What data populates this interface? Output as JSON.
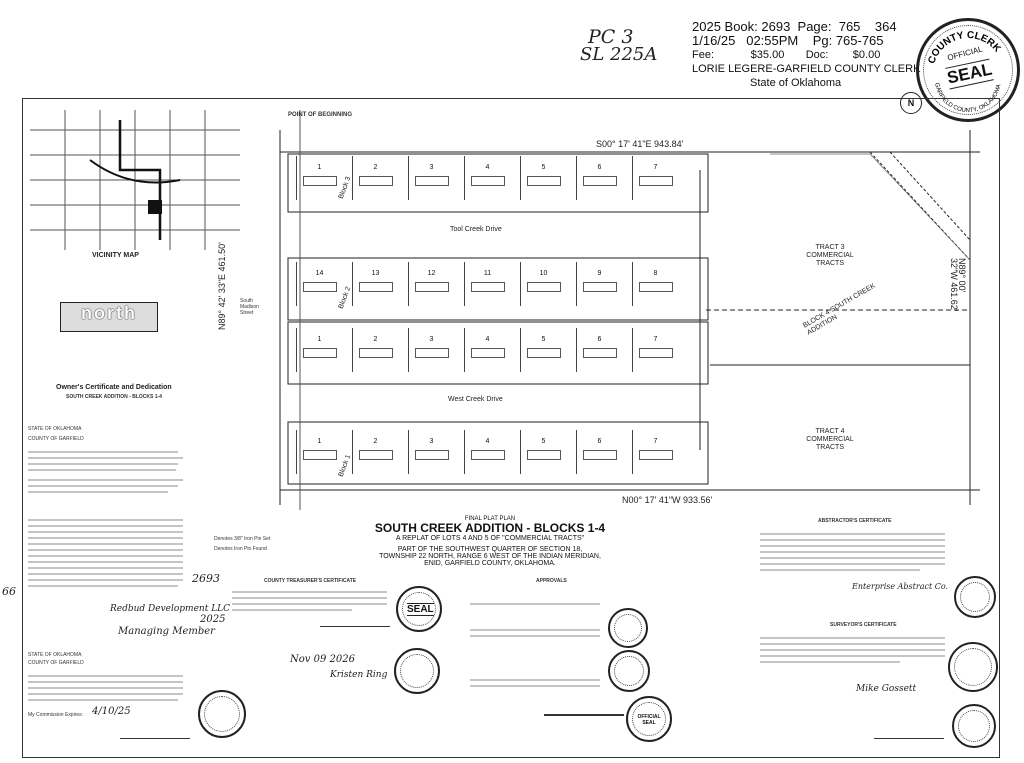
{
  "handwritten": {
    "pc": "PC 3",
    "sl": "SL 225A",
    "left_margin_number": "66",
    "book_number": "2693",
    "year_note": "2025"
  },
  "recording_stamp": {
    "line1": "2025 Book: 2693  Page:  765    364",
    "line2": "1/16/25   02:55PM    Pg: 765-765",
    "line3": "Fee:            $35.00       Doc:        $0.00",
    "line4": "LORIE LEGERE-GARFIELD COUNTY CLERK",
    "line5": "State of Oklahoma"
  },
  "county_seal": {
    "top": "COUNTY CLERK",
    "middle": "OFFICIAL",
    "center": "SEAL",
    "bottom": "GARFIELD COUNTY, OKLAHOMA"
  },
  "plat": {
    "point_of_beginning": "POINT OF BEGINNING",
    "bearing_top": "S00° 17' 41\"E  943.84'",
    "bearing_bottom": "N00° 17' 41\"W  933.56'",
    "bearing_left": "N89° 42' 33\"E  461.50'",
    "bearing_right": "N89° 00' 32\"W  461.62'",
    "street_1": "Tool Creek Drive",
    "street_2": "West Creek Drive",
    "block_3": "Block 3",
    "block_2": "Block 2",
    "block_1": "Block 1",
    "block_4": "BLOCK 4 SOUTH CREEK ADDITION",
    "tract_3": "TRACT 3 COMMERCIAL TRACTS",
    "tract_4": "TRACT 4 COMMERCIAL TRACTS",
    "vicinity_map": "VICINITY MAP",
    "north_label": "north",
    "south_madison": "South Madison Street",
    "lots_top": [
      "1",
      "2",
      "3",
      "4",
      "5",
      "6",
      "7"
    ],
    "lots_mid": [
      "14",
      "13",
      "12",
      "11",
      "10",
      "9",
      "8"
    ],
    "lots_low": [
      "1",
      "2",
      "3",
      "4",
      "5",
      "6",
      "7"
    ],
    "lots_bottom": [
      "1",
      "2",
      "3",
      "4",
      "5",
      "6",
      "7"
    ]
  },
  "title_block": {
    "final_plat": "FINAL PLAT PLAN",
    "title": "SOUTH CREEK ADDITION - BLOCKS 1-4",
    "subtitle": "A REPLAT OF LOTS 4 AND 5 OF \"COMMERCIAL TRACTS\"",
    "desc1": "PART OF THE SOUTHWEST QUARTER OF SECTION 18,",
    "desc2": "TOWNSHIP 22 NORTH, RANGE 6 WEST OF THE INDIAN MERIDIAN,",
    "desc3": "ENID, GARFIELD COUNTY, OKLAHOMA."
  },
  "sections": {
    "abstractor": "ABSTRACTOR'S CERTIFICATE",
    "surveyor": "SURVEYOR'S CERTIFICATE",
    "approvals": "APPROVALS",
    "treasurer": "COUNTY TREASURER'S CERTIFICATE",
    "owners": "Owner's Certificate and Dedication",
    "owners_sub": "SOUTH CREEK ADDITION - BLOCKS 1-4",
    "state": "STATE OF OKLAHOMA",
    "county": "COUNTY OF GARFIELD",
    "state2": "STATE OF OKLAHOMA",
    "county2": "COUNTY OF GARFIELD",
    "legend_found": "Denotes Iron Pin Found",
    "legend_set": "Denotes 3/8\" Iron Pin Set",
    "commission": "My Commission Expires:"
  },
  "signatures": {
    "dev_name": "Redbud Development LLC",
    "managing": "Managing Member",
    "notary_date": "Nov 09 2026",
    "notary_name": "Kristen Ring",
    "date_handwritten": "4/10/25",
    "abstract_co": "Enterprise Abstract Co.",
    "surveyor_name": "Mike Gossett"
  },
  "seals": {
    "center_seal": "SEAL",
    "official_seal": "OFFICIAL SEAL"
  }
}
